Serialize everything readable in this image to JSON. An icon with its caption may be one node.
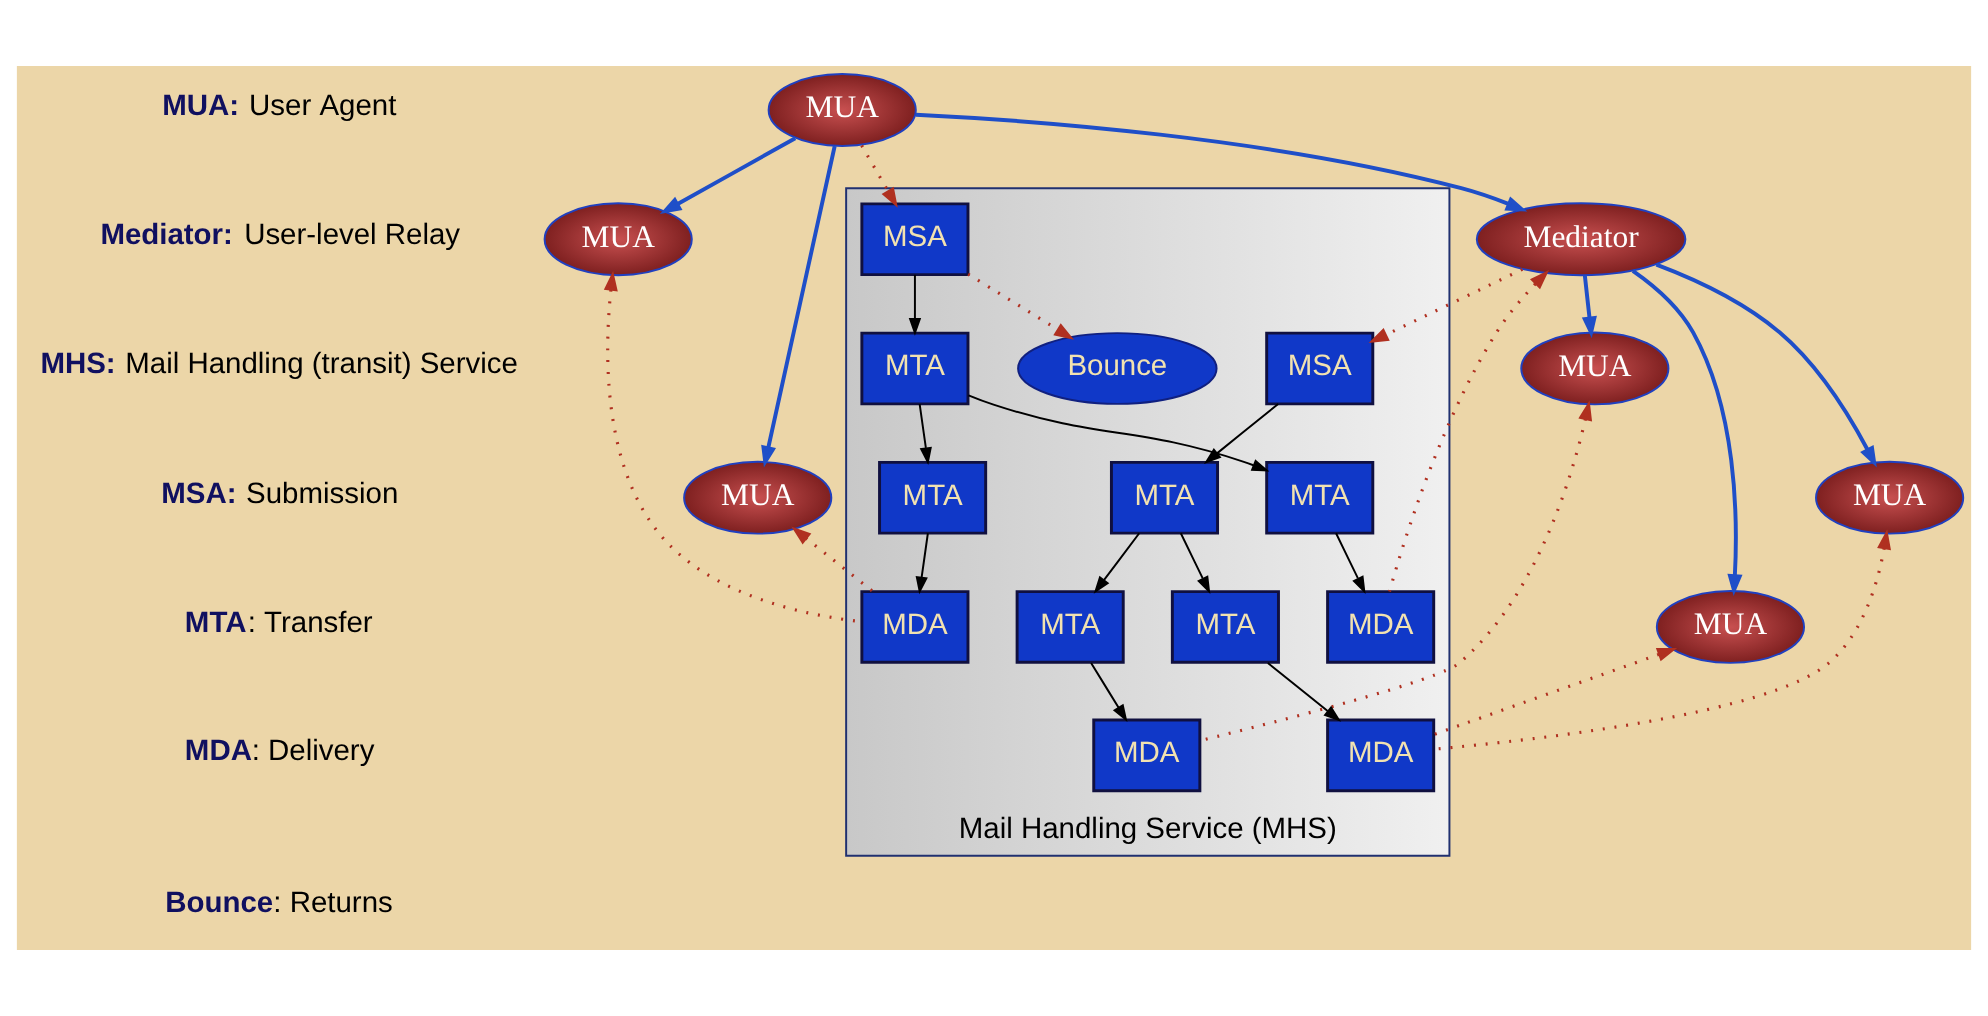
{
  "diagram": {
    "nodes": [
      {
        "text": [
          "Mediator"
        ]
      },
      {
        "text": [
          "MUA"
        ]
      },
      {
        "text": [
          "MUA"
        ]
      },
      {
        "text": [
          "MUA"
        ]
      },
      {
        "text": [
          "MUA"
        ]
      },
      {
        "text": [
          "MUA"
        ]
      },
      {
        "text": [
          "MUA"
        ]
      },
      {
        "text": [
          "Mail Handling Service (MHS)"
        ]
      },
      {
        "text": [
          "MSA"
        ],
        "in": 7
      },
      {
        "text": [
          "MDA"
        ],
        "in": 7
      },
      {
        "text": [
          "MDA"
        ],
        "in": 7
      },
      {
        "text": [
          "MSA"
        ],
        "in": 7
      },
      {
        "text": [
          "MDA"
        ],
        "in": 7
      },
      {
        "text": [
          "MDA"
        ],
        "in": 7
      },
      {
        "text": [
          "MTA"
        ],
        "in": 7
      },
      {
        "text": [
          "MTA"
        ],
        "in": 7
      },
      {
        "text": [
          "MTA"
        ],
        "in": 7
      },
      {
        "text": [
          "MTA"
        ],
        "in": 7
      },
      {
        "text": [
          "MTA"
        ],
        "in": 7
      },
      {
        "text": [
          "MTA"
        ],
        "in": 7
      },
      {
        "text": [
          "Bounce"
        ],
        "in": 7
      }
    ],
    "edges": [
      {
        "from": 2,
        "to": 0,
        "arrow": "to",
        "color": "#1f4fc8"
      },
      {
        "from": 2,
        "to": 3,
        "arrow": "to",
        "color": "#1f4fc8"
      },
      {
        "from": 2,
        "to": 5,
        "arrow": "to",
        "color": "#1f4fc8"
      },
      {
        "from": 0,
        "to": 1,
        "arrow": "to",
        "color": "#1f4fc8"
      },
      {
        "from": 0,
        "to": 4,
        "arrow": "to",
        "color": "#1f4fc8"
      },
      {
        "from": 0,
        "to": 6,
        "arrow": "to",
        "color": "#1f4fc8"
      },
      {
        "from": 2,
        "to": 8,
        "arrow": "to",
        "style": "dashed",
        "color": "#b03020"
      },
      {
        "from": 9,
        "to": 5,
        "arrow": "to",
        "style": "dashed",
        "color": "#b03020"
      },
      {
        "from": 9,
        "to": 3,
        "arrow": "to",
        "style": "dashed",
        "color": "#b03020"
      },
      {
        "from": 10,
        "to": 0,
        "arrow": "to",
        "style": "dashed",
        "color": "#b03020"
      },
      {
        "from": 0,
        "to": 11,
        "arrow": "to",
        "style": "dashed",
        "color": "#b03020"
      },
      {
        "from": 12,
        "to": 6,
        "arrow": "to",
        "style": "dashed",
        "color": "#b03020"
      },
      {
        "from": 13,
        "to": 4,
        "arrow": "to",
        "style": "dashed",
        "color": "#b03020"
      },
      {
        "from": 13,
        "to": 1,
        "arrow": "to",
        "style": "dashed",
        "color": "#b03020"
      },
      {
        "from": 8,
        "to": 20,
        "arrow": "to",
        "style": "dashed",
        "color": "#b03020"
      },
      {
        "from": 8,
        "to": 15,
        "arrow": "to"
      },
      {
        "from": 15,
        "to": 14,
        "arrow": "to"
      },
      {
        "from": 14,
        "to": 9,
        "arrow": "to"
      },
      {
        "from": 15,
        "to": 17,
        "arrow": "to"
      },
      {
        "from": 17,
        "to": 10,
        "arrow": "to"
      },
      {
        "from": 11,
        "to": 18,
        "arrow": "to"
      },
      {
        "from": 18,
        "to": 16,
        "arrow": "to"
      },
      {
        "from": 16,
        "to": 12,
        "arrow": "to"
      },
      {
        "from": 18,
        "to": 19,
        "arrow": "to"
      },
      {
        "from": 19,
        "to": 13,
        "arrow": "to"
      }
    ],
    "labels": [
      "**MUA:** User Agent",
      "**Mediator:** User-level Relay",
      "**MHS:** Mail Handling (transit) Service",
      "**MSA:** Submission",
      "**MTA**: Transfer",
      "**MDA**: Delivery",
      "**Bounce**: Returns"
    ]
  }
}
